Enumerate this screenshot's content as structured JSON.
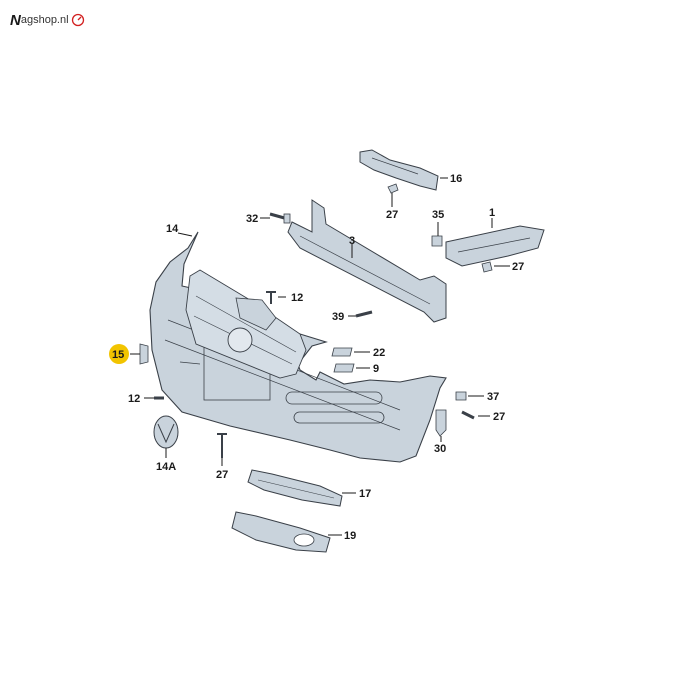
{
  "brand": {
    "text": "agshop.nl",
    "mark": "N",
    "accent_color": "#d22020"
  },
  "diagram": {
    "highlight_color": "#f2c400",
    "part_fill": "#c9d3dc",
    "part_stroke": "#3a4048",
    "callouts": [
      {
        "id": "16",
        "label": "16"
      },
      {
        "id": "32",
        "label": "32"
      },
      {
        "id": "27a",
        "label": "27"
      },
      {
        "id": "35",
        "label": "35"
      },
      {
        "id": "1",
        "label": "1"
      },
      {
        "id": "14",
        "label": "14"
      },
      {
        "id": "3",
        "label": "3"
      },
      {
        "id": "27b",
        "label": "27"
      },
      {
        "id": "12a",
        "label": "12"
      },
      {
        "id": "39",
        "label": "39"
      },
      {
        "id": "15",
        "label": "15"
      },
      {
        "id": "22",
        "label": "22"
      },
      {
        "id": "9",
        "label": "9"
      },
      {
        "id": "12b",
        "label": "12"
      },
      {
        "id": "37",
        "label": "37"
      },
      {
        "id": "27c",
        "label": "27"
      },
      {
        "id": "30",
        "label": "30"
      },
      {
        "id": "14A",
        "label": "14A"
      },
      {
        "id": "27d",
        "label": "27"
      },
      {
        "id": "17",
        "label": "17"
      },
      {
        "id": "19",
        "label": "19"
      }
    ]
  }
}
